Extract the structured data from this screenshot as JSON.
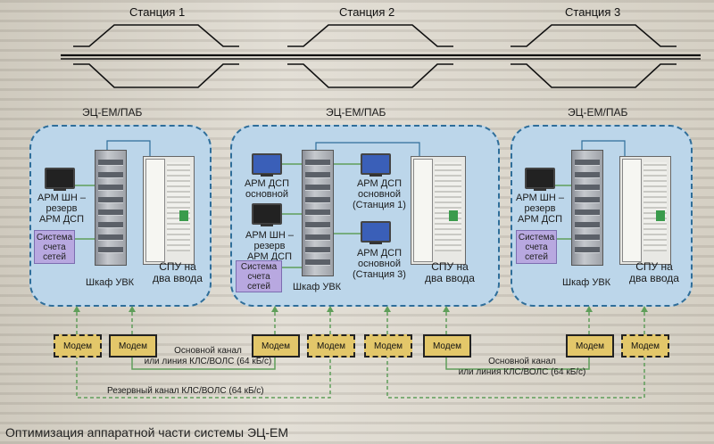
{
  "stations": [
    {
      "name": "Станция 1",
      "system_label": "ЭЦ-ЕМ/ПАБ"
    },
    {
      "name": "Станция 2",
      "system_label": "ЭЦ-ЕМ/ПАБ"
    },
    {
      "name": "Станция 3",
      "system_label": "ЭЦ-ЕМ/ПАБ"
    }
  ],
  "equipment": {
    "arm_shn_reserve_line1": "АРМ ШН –",
    "arm_shn_reserve_line2": "резерв",
    "arm_shn_reserve_line3": "АРМ ДСП",
    "arm_shn_reserve_oneline": "АРМ ШН – резерв",
    "arm_dsp_label": "АРМ ДСП",
    "arm_dsp_main": "основной",
    "arm_dsp_st1": "(Станция 1)",
    "arm_dsp_st3": "(Станция 3)",
    "metering_line1": "Система",
    "metering_line2": "счета",
    "metering_line3": "сетей",
    "uvk_cabinet": "Шкаф УВК",
    "spu_line1": "СПУ на",
    "spu_line2": "два ввода"
  },
  "modem_label": "Модем",
  "channels": {
    "main_line1": "Основной канал",
    "main_line2": "или линия КЛС/ВОЛС (64 кБ/с)",
    "reserve": "Резервный канал КЛС/ВОЛС (64 кБ/с)"
  },
  "caption": "Оптимизация аппаратной части системы ЭЦ-ЕМ",
  "colors": {
    "zone_fill": "#bcd6ea",
    "zone_border": "#2f6e9a",
    "modem_fill": "#e3c76a",
    "link_green": "#5f9e5a"
  }
}
